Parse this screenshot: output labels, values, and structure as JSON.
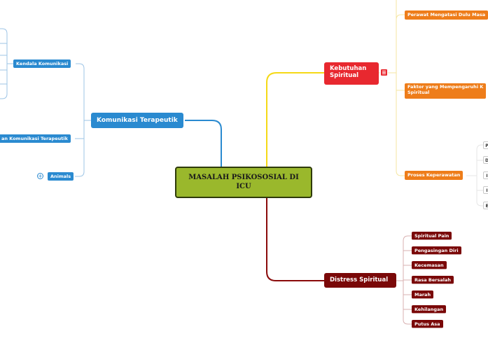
{
  "central": {
    "line1": "MASALAH PSIKOSOSIAL DI",
    "line2": "ICU"
  },
  "left": {
    "main": "Komunikasi Terapeutik",
    "kendala": "Kendala Komunikasi",
    "teknik": "an Komunikasi Terapeutik",
    "animals": "Animals",
    "animals_toggle": "+"
  },
  "kebutuhan": {
    "line1": "Kebutuhan",
    "line2": "Spiritual",
    "perawat": "Perawat Mengatasi Dulu Masa",
    "faktor_line1": "Faktor yang Mempengaruhi K",
    "faktor_line2": "Spiritual",
    "proses": "Proses Keperawatan",
    "proses_children": [
      "P",
      "D",
      "I",
      "I",
      "E"
    ]
  },
  "distress": {
    "main": "Distress Spiritual",
    "children": [
      "Spiritual Pain",
      "Pengasingan Diri",
      "Kecemasan",
      "Rasa Bersalah",
      "Marah",
      "Kehilangan",
      "Putus Asa"
    ]
  },
  "colors": {
    "blue": "#2a8ad0",
    "red": "#e8282f",
    "darkred": "#7a0808",
    "orange": "#ee7d1a",
    "central": "#9ab82c",
    "yellow": "#f5d916"
  }
}
